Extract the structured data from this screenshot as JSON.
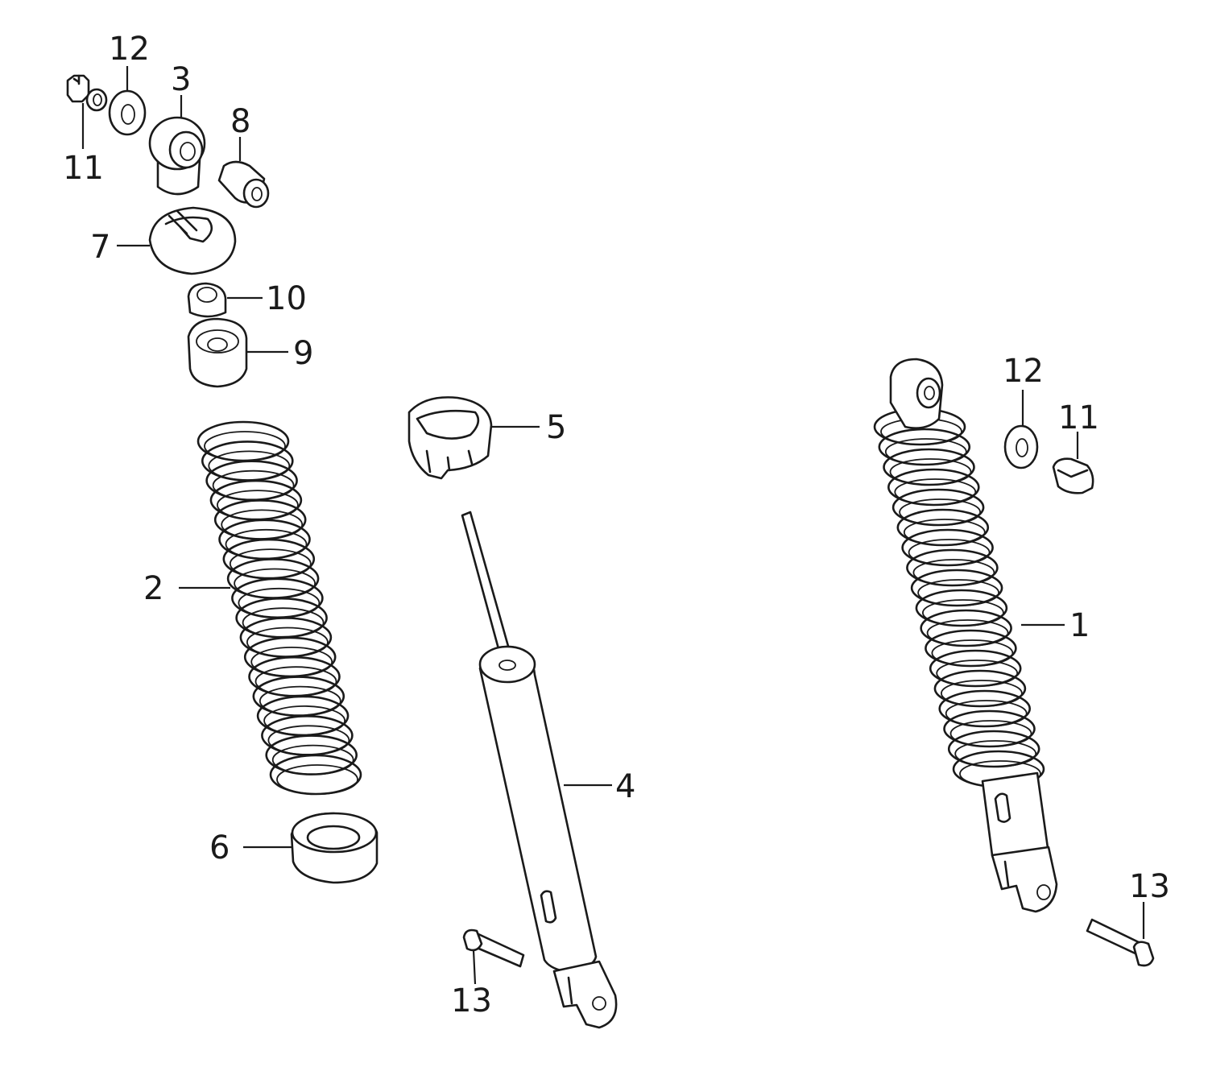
{
  "callouts": {
    "c1": "1",
    "c2": "2",
    "c3": "3",
    "c4": "4",
    "c5": "5",
    "c6": "6",
    "c7": "7",
    "c8": "8",
    "c9": "9",
    "c10": "10",
    "c11_top": "11",
    "c11_right": "11",
    "c12_top": "12",
    "c12_right": "12",
    "c13_left": "13",
    "c13_right": "13"
  },
  "colors": {
    "line": "#1a1a1a",
    "background": "#ffffff"
  }
}
